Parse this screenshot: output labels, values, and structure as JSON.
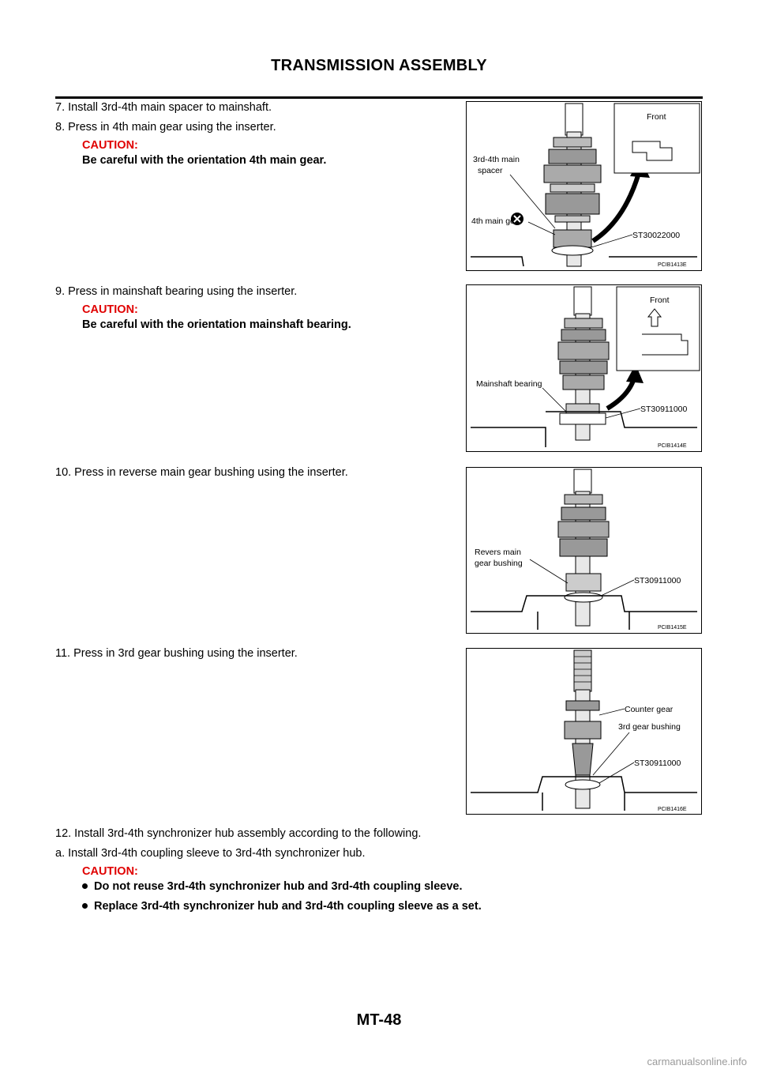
{
  "header": {
    "title": "TRANSMISSION ASSEMBLY"
  },
  "steps": {
    "s7": "7.   Install 3rd-4th main spacer to mainshaft.",
    "s8": "8.   Press in 4th main gear using the inserter.",
    "s8_caution": "CAUTION:",
    "s8_caution_text": "Be careful with the orientation 4th main gear.",
    "s9": "9.   Press in mainshaft bearing using the inserter.",
    "s9_caution": "CAUTION:",
    "s9_caution_text": "Be careful with the orientation mainshaft bearing.",
    "s10": "10.  Press in reverse main gear bushing using the inserter.",
    "s11": "11.  Press in 3rd gear bushing using the inserter.",
    "s12": "12.  Install 3rd-4th synchronizer hub assembly according to the following.",
    "sa": "a.   Install 3rd-4th coupling sleeve to 3rd-4th synchronizer hub.",
    "sa_caution": "CAUTION:",
    "sa_bullets": [
      "Do not reuse 3rd-4th synchronizer hub and 3rd-4th coupling sleeve.",
      "Replace 3rd-4th synchronizer hub and 3rd-4th coupling sleeve as a set."
    ]
  },
  "figures": {
    "fig1": {
      "front": "Front",
      "spacer_l1": "3rd-4th main",
      "spacer_l2": "spacer",
      "gear": "4th main gear",
      "tool": "ST30022000",
      "code": "PCIB1413E"
    },
    "fig2": {
      "front": "Front",
      "bearing": "Mainshaft bearing",
      "tool": "ST30911000",
      "code": "PCIB1414E"
    },
    "fig3": {
      "bush_l1": "Revers main",
      "bush_l2": "gear bushing",
      "tool": "ST30911000",
      "code": "PCIB1415E"
    },
    "fig4": {
      "counter": "Counter gear",
      "bushing": "3rd gear bushing",
      "tool": "ST30911000",
      "code": "PCIB1416E"
    }
  },
  "footer": {
    "page_number": "MT-48",
    "watermark": "carmanualsonline.info"
  }
}
